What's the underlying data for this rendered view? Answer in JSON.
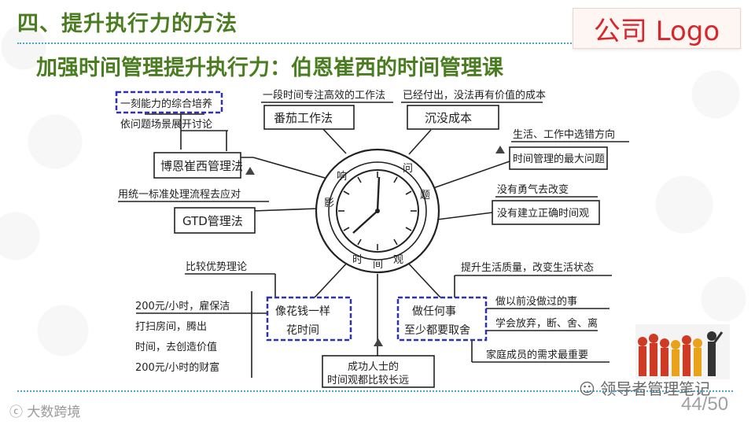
{
  "header": {
    "section_title": "四、提升执行力的方法",
    "subtitle": "加强时间管理提升执行力：伯恩崔西的时间管理课",
    "logo_text": "公司 Logo"
  },
  "diagram": {
    "clock_ring_top": [
      "影",
      "响",
      "问",
      "题"
    ],
    "clock_ring_bottom": [
      "时",
      "间",
      "观"
    ],
    "nodes": {
      "n1": {
        "lines": [
          "一刻能力的综合培养"
        ],
        "highlighted": true
      },
      "n2": {
        "lines": [
          "依问题场景展开讨论"
        ]
      },
      "n3": {
        "lines": [
          "博恩崔西管理法"
        ],
        "boxed": true
      },
      "n4": {
        "lines": [
          "用统一标准处理流程去应对"
        ]
      },
      "n5": {
        "lines": [
          "GTD管理法"
        ],
        "boxed": true
      },
      "n6": {
        "lines": [
          "一段时间专注高效的工作法"
        ]
      },
      "n7": {
        "lines": [
          "番茄工作法"
        ],
        "boxed": true
      },
      "n8": {
        "lines": [
          "已经付出，没法再有价值的成本"
        ]
      },
      "n9": {
        "lines": [
          "沉没成本"
        ],
        "boxed": true
      },
      "n10": {
        "lines": [
          "生活、工作中选错方向"
        ]
      },
      "n11": {
        "lines": [
          "时间管理的最大问题"
        ],
        "boxed": true
      },
      "n12": {
        "lines": [
          "没有勇气去改变"
        ]
      },
      "n13": {
        "lines": [
          "没有建立正确时间观"
        ],
        "boxed": true
      },
      "n14": {
        "lines": [
          "比较优势理论"
        ]
      },
      "n15": {
        "lines": [
          "像花钱一样",
          "花时间"
        ],
        "highlighted": true
      },
      "n16": {
        "lines": [
          "200元/小时，雇保洁",
          "打扫房间，腾出",
          "时间，去创造价值",
          "200元/小时的财富"
        ]
      },
      "n17": {
        "lines": [
          "提升生活质量，改变生活状态"
        ]
      },
      "n18": {
        "lines": [
          "做任何事",
          "至少都要取舍"
        ],
        "highlighted": true
      },
      "n19": {
        "lines": [
          "做以前没做过的事"
        ]
      },
      "n20": {
        "lines": [
          "学会放弃，断、舍、离"
        ]
      },
      "n21": {
        "lines": [
          "家庭成员的需求最重要"
        ]
      },
      "n22": {
        "lines": [
          "成功人士的",
          "时间观都比较长远"
        ],
        "boxed": true
      }
    }
  },
  "footer": {
    "watermark_left": "大数跨境",
    "watermark_right": "领导者管理笔记",
    "page_number": "44/50"
  },
  "colors": {
    "title_green": "#4a7d1f",
    "rule_blue": "#4aa7c8",
    "logo_red": "#d8262b",
    "highlight_blue": "#2f2fb8",
    "ink": "#222222"
  }
}
